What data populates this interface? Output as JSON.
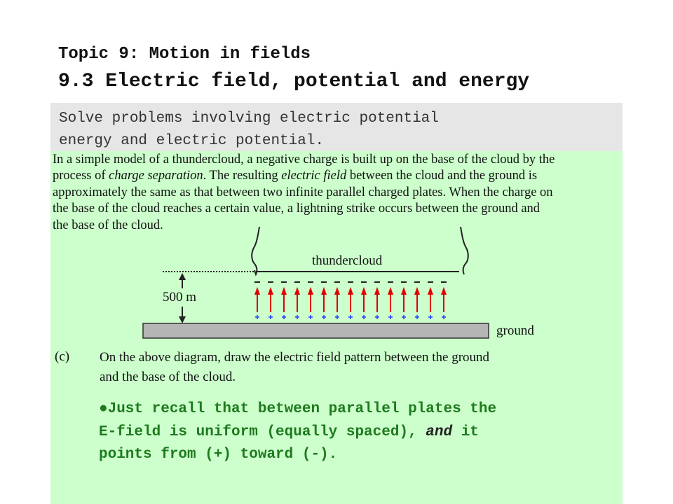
{
  "header": {
    "title": "Topic 9: Motion in fields",
    "subtitle": "9.3 Electric field, potential and energy"
  },
  "objective": {
    "lines": [
      "Solve problems involving electric potential",
      "energy and electric potential."
    ]
  },
  "scan": {
    "l1": "In a simple model of a thundercloud, a negative charge is built up on the base of the cloud by the",
    "l2a": "process of ",
    "l2b": "charge separation",
    "l2c": ". The resulting ",
    "l2d": "electric field",
    "l2e": " between the cloud and the ground is",
    "l3": "approximately the same as that between two infinite parallel charged plates. When the charge on",
    "l4": "the base of the cloud reaches a certain value, a lightning strike occurs between the ground and",
    "l5": "the base of the cloud."
  },
  "diagram": {
    "cloud_label": "thundercloud",
    "distance_label": "500 m",
    "ground_label": "ground",
    "arrow_count": 15,
    "arrow_color": "#e00000",
    "plus_color": "#2040ff"
  },
  "question": {
    "part": "(c)",
    "line1": "On the above diagram, draw the electric field pattern between the ground",
    "line2": "and the base of the cloud."
  },
  "answer": {
    "line1": "●Just recall that between parallel plates the",
    "line2a": "E-field is uniform (equally spaced), ",
    "line2b": "and",
    "line2c": " it",
    "line3": "points from (+) toward (-)."
  }
}
